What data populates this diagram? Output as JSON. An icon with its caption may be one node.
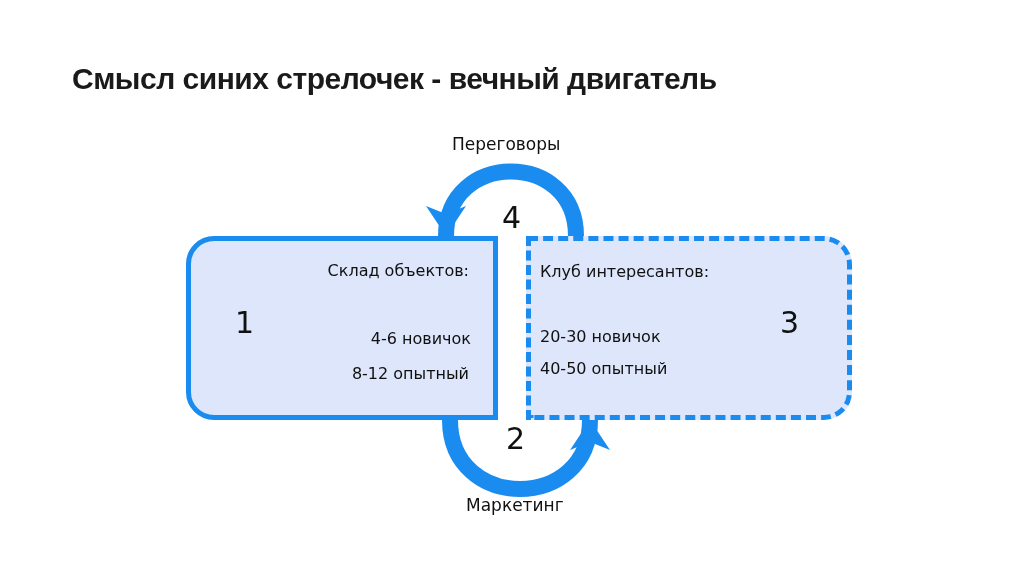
{
  "diagram": {
    "title": "Смысл синих стрелочек - вечный двигатель",
    "nodes": [
      {
        "text": [
          "1",
          "Склад объектов:",
          "4-6 новичок",
          "8-12 опытный"
        ]
      },
      {
        "text": [
          "Клуб интересантов:",
          "20-30 новичок",
          "40-50 опытный",
          "3"
        ]
      }
    ],
    "edges": [
      {
        "from": 1,
        "to": 0,
        "arrow": "to",
        "label": "Переговоры"
      },
      {
        "from": 0,
        "to": 1,
        "arrow": "to",
        "label": "Маркетинг"
      }
    ],
    "labels": [
      "4",
      "2"
    ]
  }
}
